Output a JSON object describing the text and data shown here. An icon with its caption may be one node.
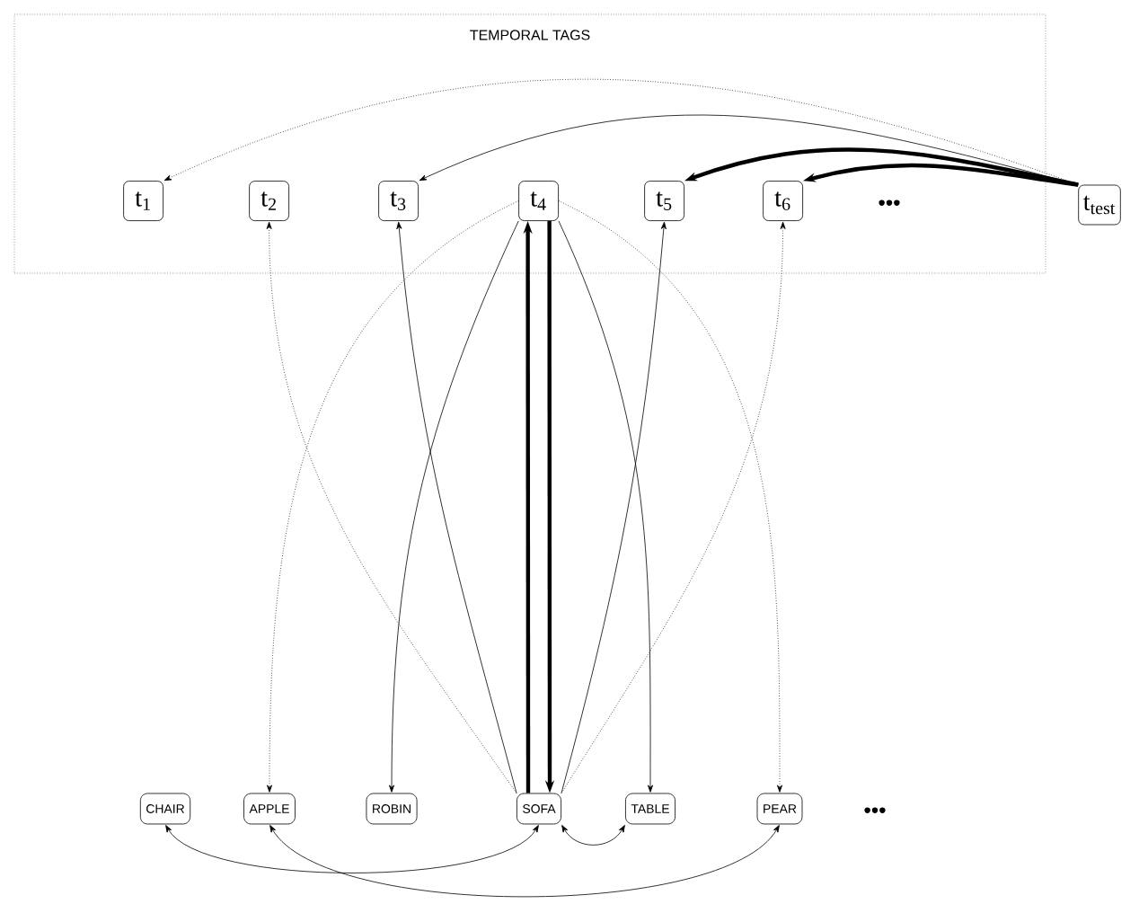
{
  "diagram": {
    "nodes": [
      {
        "text": [
          "TEMPORAL TAGS"
        ]
      },
      {
        "text": [
          "t$_{1}$"
        ],
        "in": 0
      },
      {
        "text": [
          "t$_{2}$"
        ],
        "in": 0
      },
      {
        "text": [
          "t$_{3}$"
        ],
        "in": 0
      },
      {
        "text": [
          "t$_{4}$"
        ],
        "in": 0
      },
      {
        "text": [
          "t$_{5}$"
        ],
        "in": 0
      },
      {
        "text": [
          "t$_{6}$"
        ],
        "in": 0
      },
      {
        "text": [
          "t$_{test}$"
        ]
      },
      {
        "text": [
          "CHAIR"
        ]
      },
      {
        "text": [
          "APPLE"
        ]
      },
      {
        "text": [
          "ROBIN"
        ]
      },
      {
        "text": [
          "SOFA"
        ]
      },
      {
        "text": [
          "TABLE"
        ]
      },
      {
        "text": [
          "PEAR"
        ]
      }
    ],
    "edges": [
      {
        "from": 7,
        "to": 1,
        "arrow": "to",
        "style": "dashed"
      },
      {
        "from": 7,
        "to": 3,
        "arrow": "to"
      },
      {
        "from": 7,
        "to": 5,
        "arrow": "to",
        "style": "thick"
      },
      {
        "from": 7,
        "to": 6,
        "arrow": "to",
        "style": "thick"
      },
      {
        "from": 4,
        "to": 9,
        "arrow": "to",
        "style": "dashed"
      },
      {
        "from": 4,
        "to": 10,
        "arrow": "to"
      },
      {
        "from": 4,
        "to": 12,
        "arrow": "to"
      },
      {
        "from": 4,
        "to": 13,
        "arrow": "to",
        "style": "dashed"
      },
      {
        "from": 11,
        "to": 2,
        "arrow": "to",
        "style": "dashed"
      },
      {
        "from": 11,
        "to": 3,
        "arrow": "to"
      },
      {
        "from": 11,
        "to": 4,
        "arrow": "to",
        "style": "thick"
      },
      {
        "from": 4,
        "to": 11,
        "arrow": "to",
        "style": "thick"
      },
      {
        "from": 11,
        "to": 5,
        "arrow": "to"
      },
      {
        "from": 11,
        "to": 6,
        "arrow": "to",
        "style": "dashed"
      },
      {
        "from": 8,
        "to": 11,
        "arrow": "both"
      },
      {
        "from": 11,
        "to": 12,
        "arrow": "both"
      },
      {
        "from": 9,
        "to": 13,
        "arrow": "both"
      }
    ],
    "labels": [
      "•••",
      "•••"
    ]
  }
}
